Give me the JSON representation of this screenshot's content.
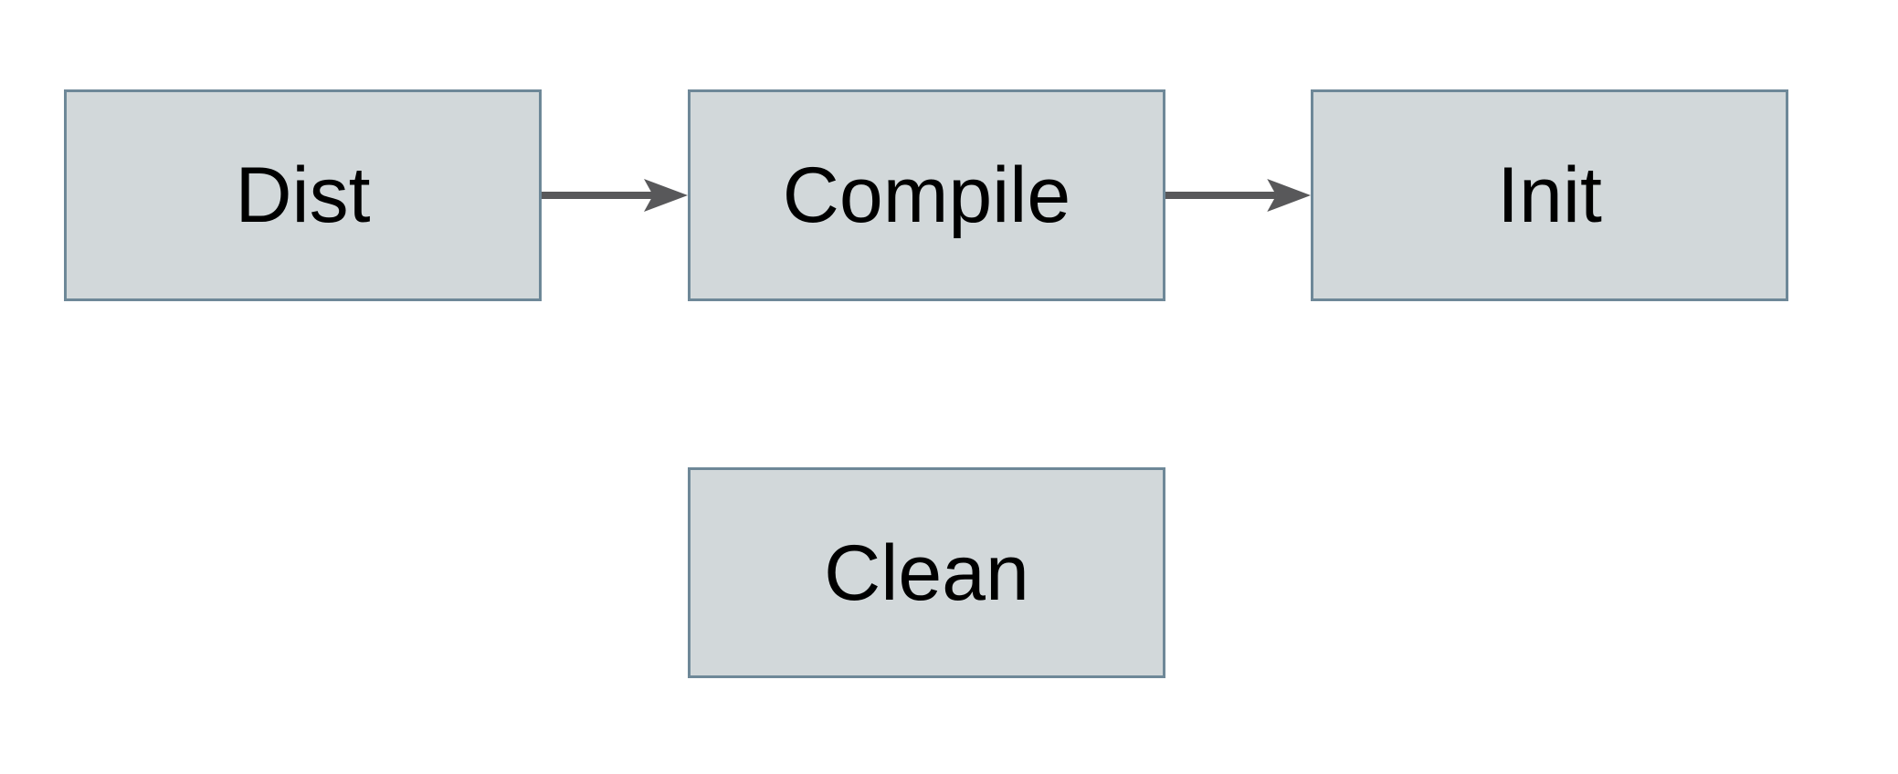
{
  "diagram": {
    "nodes": [
      {
        "id": "dist",
        "label": "Dist"
      },
      {
        "id": "compile",
        "label": "Compile"
      },
      {
        "id": "init",
        "label": "Init"
      },
      {
        "id": "clean",
        "label": "Clean"
      }
    ],
    "edges": [
      {
        "from": "Dist",
        "to": "Compile",
        "direction": "right"
      },
      {
        "from": "Compile",
        "to": "Init",
        "direction": "right"
      }
    ],
    "colors": {
      "node_fill": "#d2d8da",
      "node_border": "#6e8898",
      "arrow": "#58585a",
      "text": "#000000",
      "background": "#ffffff"
    }
  }
}
